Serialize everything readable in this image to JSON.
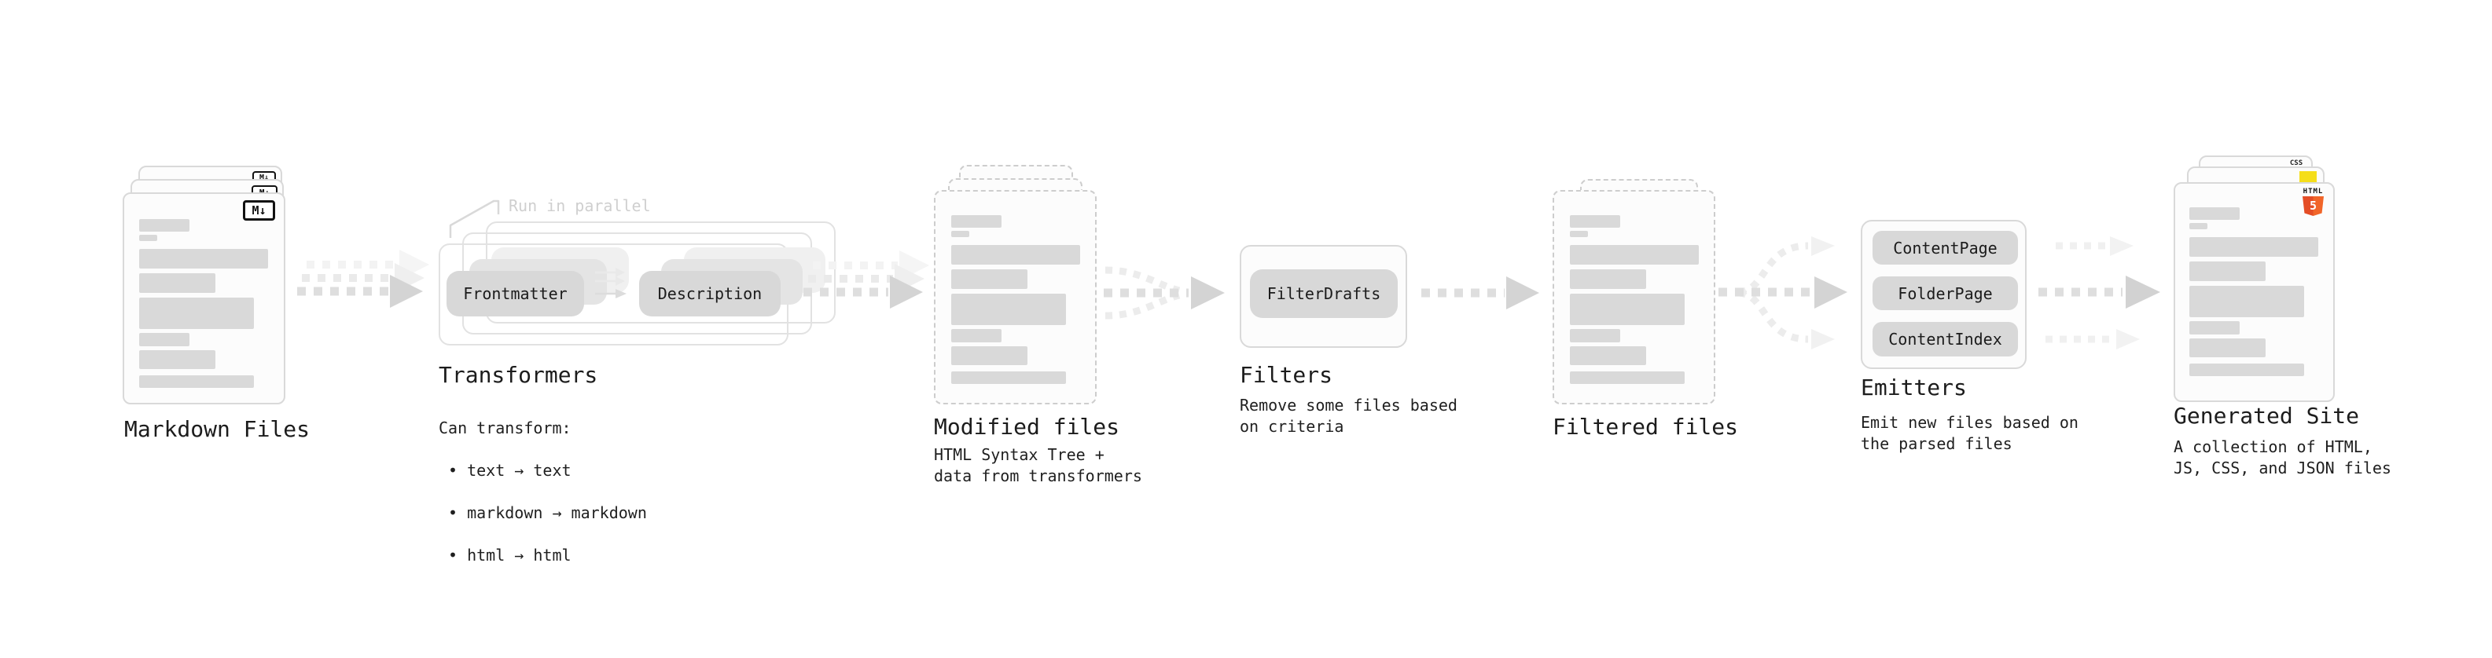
{
  "diagram": {
    "markdown_files": {
      "label": "Markdown Files",
      "badge": "M↓"
    },
    "transformers": {
      "annotation": "Run in parallel",
      "pills": [
        "Frontmatter",
        "Description"
      ],
      "label": "Transformers",
      "desc_title": "Can transform:",
      "bullets": [
        "• text → text",
        "• markdown → markdown",
        "• html → html"
      ]
    },
    "modified_files": {
      "label": "Modified files",
      "desc": "HTML Syntax Tree +\ndata from transformers"
    },
    "filters": {
      "pills": [
        "FilterDrafts"
      ],
      "label": "Filters",
      "desc": "Remove some files based\non criteria"
    },
    "filtered_files": {
      "label": "Filtered files"
    },
    "emitters": {
      "pills": [
        "ContentPage",
        "FolderPage",
        "ContentIndex"
      ],
      "label": "Emitters",
      "desc": "Emit new files based on\nthe parsed files"
    },
    "generated_site": {
      "label": "Generated Site",
      "desc": "A collection of HTML,\nJS, CSS, and JSON files",
      "css_label": "CSS",
      "html_label": "HTML",
      "html_number": "5"
    }
  },
  "colors": {
    "accent_css_blue": "#2965f1",
    "accent_js_yellow": "#f5de19",
    "accent_html_orange": "#e44d26",
    "arrow_gray": "#d4d4d4",
    "placeholder_gray": "#d9d9d9"
  }
}
